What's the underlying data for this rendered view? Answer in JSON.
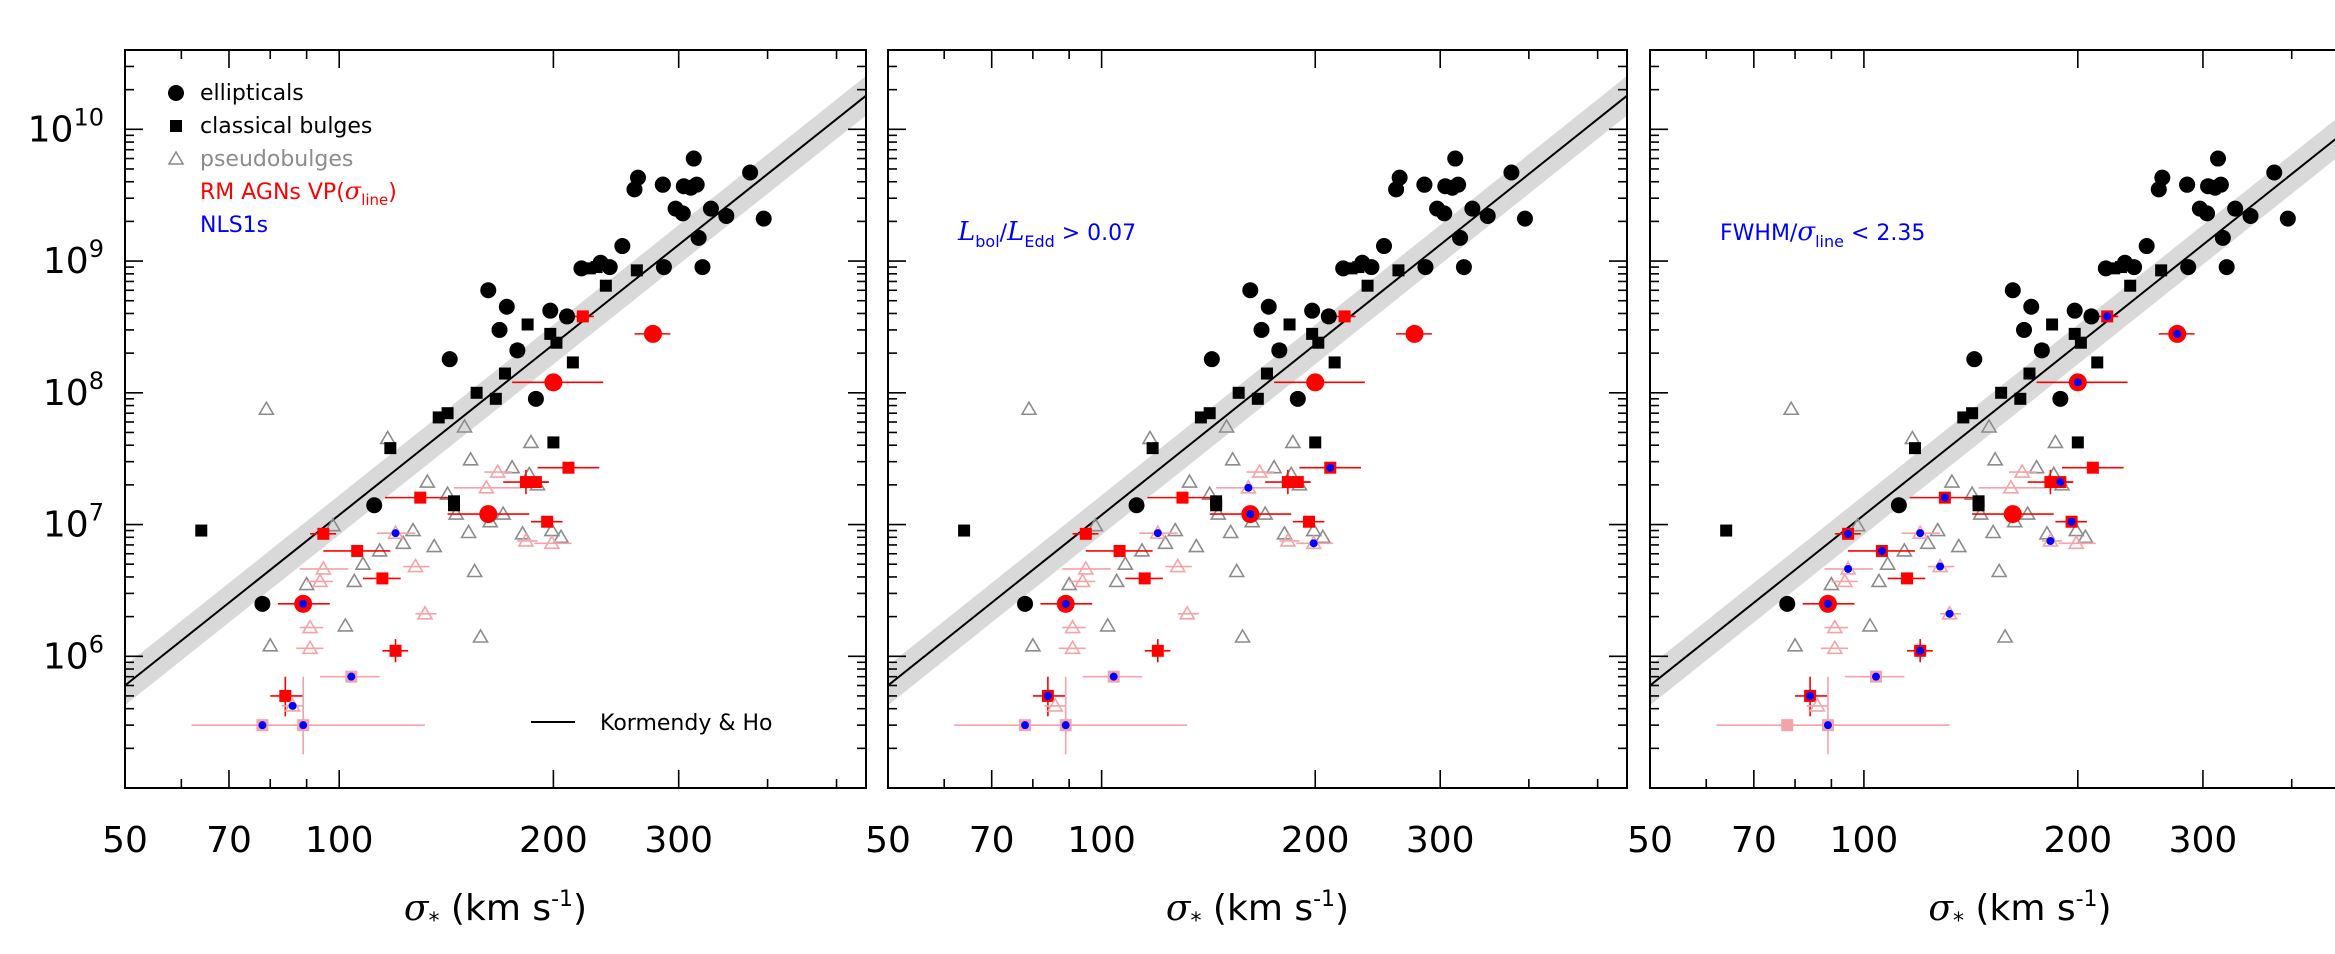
{
  "chart_data": {
    "type": "scatter",
    "scale": "log-log",
    "xlim": [
      50,
      550
    ],
    "ylim": [
      100000,
      40000000000
    ],
    "x_ticks": [
      50,
      70,
      100,
      200,
      300
    ],
    "x_tick_labels": [
      "50",
      "70",
      "100",
      "200",
      "300"
    ],
    "y_ticks": [
      1000000,
      10000000,
      100000000,
      1000000000,
      10000000000
    ],
    "y_tick_labels": [
      {
        "base": "10",
        "exp": "6"
      },
      {
        "base": "10",
        "exp": "7"
      },
      {
        "base": "10",
        "exp": "8"
      },
      {
        "base": "10",
        "exp": "9"
      },
      {
        "base": "10",
        "exp": "10"
      }
    ],
    "xlabel": {
      "symbol": "σ",
      "sub": "*",
      "units": "(km s",
      "units_exp": "-1",
      "units_close": ")"
    },
    "ylabel": "",
    "fit_line": {
      "name": "Kormendy & Ho",
      "color": "#000000",
      "band_color": "#d9d9d9",
      "anchors": [
        [
          50,
          600000
        ],
        [
          550,
          18000000000
        ]
      ],
      "band_scale": 0.15
    },
    "legend": [
      {
        "label": "ellipticals",
        "marker": "circle",
        "color": "#000000"
      },
      {
        "label": "classical bulges",
        "marker": "square",
        "color": "#000000"
      },
      {
        "label": "pseudobulges",
        "marker": "triangle-open",
        "color": "#8c8c8c"
      },
      {
        "label": "RM AGNs VP(",
        "sigma": "σ",
        "sub": "line",
        "close": ")",
        "color": "#ff0000"
      },
      {
        "label": "NLS1s",
        "color": "#0000ff"
      }
    ],
    "legend_placement": "top-left",
    "fit_legend_placement": "bottom-right",
    "colors": {
      "ellipticals": "#000000",
      "classical": "#000000",
      "pseudo": "#8c8c8c",
      "agn": "#ff0000",
      "agn_faint": "#f4a3a8",
      "nls1": "#0000ff"
    },
    "panels": [
      {
        "annotation": null
      },
      {
        "annotation": {
          "parts": [
            {
              "t": "L",
              "italic": true
            },
            {
              "t": "bol",
              "sub": true
            },
            {
              "t": "/"
            },
            {
              "t": "L",
              "italic": true
            },
            {
              "t": "Edd",
              "sub": true
            },
            {
              "t": " > 0.07"
            }
          ]
        },
        "color": "#0000ff"
      },
      {
        "annotation": {
          "parts": [
            {
              "t": "FWHM/"
            },
            {
              "t": "σ",
              "italic": true
            },
            {
              "t": "line",
              "sub": true
            },
            {
              "t": " < 2.35"
            }
          ]
        },
        "color": "#0000ff"
      }
    ],
    "series": [
      {
        "name": "ellipticals",
        "points": [
          [
            78,
            2500000
          ],
          [
            112,
            14000000
          ],
          [
            143,
            180000000
          ],
          [
            162,
            600000000
          ],
          [
            168,
            300000000
          ],
          [
            178,
            210000000
          ],
          [
            172,
            450000000
          ],
          [
            189,
            90000000
          ],
          [
            198,
            420000000
          ],
          [
            209,
            380000000
          ],
          [
            219,
            880000000
          ],
          [
            233,
            970000000
          ],
          [
            240,
            900000000
          ],
          [
            250,
            1300000000
          ],
          [
            260,
            3500000000
          ],
          [
            263,
            4300000000
          ],
          [
            285,
            3800000000
          ],
          [
            286,
            900000000
          ],
          [
            297,
            2500000000
          ],
          [
            304,
            2300000000
          ],
          [
            312,
            3600000000
          ],
          [
            315,
            6000000000
          ],
          [
            318,
            3800000000
          ],
          [
            320,
            1500000000
          ],
          [
            324,
            900000000
          ],
          [
            333,
            2500000000
          ],
          [
            350,
            2200000000
          ],
          [
            378,
            4700000000
          ],
          [
            395,
            2100000000
          ],
          [
            285,
            3800000000
          ],
          [
            305,
            3700000000
          ]
        ]
      },
      {
        "name": "classical bulges",
        "points": [
          [
            64,
            9000000
          ],
          [
            118,
            38000000
          ],
          [
            138,
            65000000
          ],
          [
            142,
            70000000
          ],
          [
            145,
            14000000
          ],
          [
            156,
            100000000
          ],
          [
            166,
            90000000
          ],
          [
            171,
            140000000
          ],
          [
            178,
            210000000
          ],
          [
            184,
            330000000
          ],
          [
            198,
            280000000
          ],
          [
            202,
            240000000
          ],
          [
            209,
            380000000
          ],
          [
            213,
            170000000
          ],
          [
            225,
            880000000
          ],
          [
            230,
            900000000
          ],
          [
            237,
            650000000
          ],
          [
            262,
            850000000
          ],
          [
            200,
            42000000
          ],
          [
            145,
            15000000
          ]
        ]
      },
      {
        "name": "pseudobulges",
        "points": [
          [
            79,
            75000000
          ],
          [
            80,
            1200000
          ],
          [
            90,
            3500000
          ],
          [
            98,
            9800000
          ],
          [
            102,
            1700000
          ],
          [
            105,
            3700000
          ],
          [
            108,
            5000000
          ],
          [
            114,
            6300000
          ],
          [
            117,
            45000000
          ],
          [
            123,
            7200000
          ],
          [
            127,
            9000000
          ],
          [
            133,
            21000000
          ],
          [
            136,
            6800000
          ],
          [
            142,
            17000000
          ],
          [
            146,
            12000000
          ],
          [
            150,
            55000000
          ],
          [
            152,
            8700000
          ],
          [
            155,
            4400000
          ],
          [
            158,
            1400000
          ],
          [
            163,
            10500000
          ],
          [
            175,
            27000000
          ],
          [
            181,
            8500000
          ],
          [
            186,
            42000000
          ],
          [
            190,
            20000000
          ],
          [
            199,
            9000000
          ],
          [
            205,
            8000000
          ],
          [
            153,
            31000000
          ],
          [
            170,
            12000000
          ],
          [
            185,
            24000000
          ]
        ]
      },
      {
        "name": "RM AGNs VP(σline)",
        "points": [
          {
            "x": 84,
            "y": 500000,
            "xl": 80,
            "xh": 89,
            "yl": 350000,
            "yh": 700000,
            "m": "s",
            "tone": "strong",
            "nls1": [
              false,
              true,
              true
            ]
          },
          {
            "x": 89,
            "y": 2500000,
            "xl": 82,
            "xh": 97,
            "m": "c",
            "tone": "strong",
            "nls1": [
              true,
              true,
              true
            ]
          },
          {
            "x": 95,
            "y": 8500000,
            "xl": 91,
            "xh": 99,
            "m": "s",
            "tone": "strong",
            "nls1": [
              false,
              false,
              true
            ]
          },
          {
            "x": 106,
            "y": 6300000,
            "xl": 95,
            "xh": 118,
            "m": "s",
            "tone": "strong",
            "nls1": [
              false,
              false,
              true
            ]
          },
          {
            "x": 115,
            "y": 3900000,
            "xl": 108,
            "xh": 122,
            "m": "s",
            "tone": "strong",
            "nls1": [
              false,
              false,
              false
            ]
          },
          {
            "x": 120,
            "y": 1100000,
            "xl": 115,
            "xh": 125,
            "yl": 900000,
            "yh": 1350000,
            "m": "s",
            "tone": "strong",
            "nls1": [
              false,
              false,
              true
            ]
          },
          {
            "x": 130,
            "y": 16000000,
            "xl": 116,
            "xh": 147,
            "m": "s",
            "tone": "strong",
            "nls1": [
              false,
              false,
              true
            ]
          },
          {
            "x": 162,
            "y": 12000000,
            "xl": 142,
            "xh": 185,
            "m": "c",
            "tone": "strong",
            "nls1": [
              false,
              true,
              false
            ]
          },
          {
            "x": 183,
            "y": 21000000,
            "xl": 170,
            "xh": 197,
            "yl": 17000000,
            "yh": 26000000,
            "m": "s",
            "tone": "strong",
            "nls1": [
              false,
              false,
              false
            ]
          },
          {
            "x": 189,
            "y": 21000000,
            "xl": 180,
            "xh": 197,
            "m": "s",
            "tone": "strong",
            "nls1": [
              false,
              false,
              true
            ]
          },
          {
            "x": 196,
            "y": 10500000,
            "xl": 186,
            "xh": 206,
            "m": "s",
            "tone": "strong",
            "nls1": [
              false,
              false,
              true
            ]
          },
          {
            "x": 200,
            "y": 120000000,
            "xl": 175,
            "xh": 235,
            "m": "c",
            "tone": "strong",
            "nls1": [
              false,
              false,
              true
            ]
          },
          {
            "x": 210,
            "y": 27000000,
            "xl": 190,
            "xh": 232,
            "m": "s",
            "tone": "strong",
            "nls1": [
              false,
              true,
              false
            ]
          },
          {
            "x": 220,
            "y": 380000000,
            "xl": 212,
            "xh": 228,
            "m": "s",
            "tone": "strong",
            "nls1": [
              false,
              false,
              true
            ]
          },
          {
            "x": 276,
            "y": 280000000,
            "xl": 260,
            "xh": 292,
            "m": "c",
            "tone": "strong",
            "nls1": [
              false,
              false,
              true
            ]
          },
          {
            "x": 78,
            "y": 300000,
            "xl": 62,
            "xh": 132,
            "m": "s",
            "tone": "faint",
            "nls1": [
              true,
              true,
              false
            ]
          },
          {
            "x": 89,
            "y": 300000,
            "xl": 86,
            "xh": 92,
            "yl": 180000,
            "yh": 700000,
            "m": "s",
            "tone": "faint",
            "nls1": [
              true,
              true,
              true
            ]
          },
          {
            "x": 86,
            "y": 420000,
            "xl": 83,
            "xh": 89,
            "m": "t",
            "tone": "faint",
            "nls1": [
              true,
              false,
              false
            ]
          },
          {
            "x": 91,
            "y": 1150000,
            "xl": 87,
            "xh": 95,
            "m": "t",
            "tone": "faint",
            "nls1": [
              false,
              false,
              false
            ]
          },
          {
            "x": 91,
            "y": 1650000,
            "xl": 88,
            "xh": 95,
            "m": "t",
            "tone": "faint",
            "nls1": [
              false,
              false,
              false
            ]
          },
          {
            "x": 94,
            "y": 3700000,
            "xl": 90,
            "xh": 98,
            "m": "t",
            "tone": "faint",
            "nls1": [
              false,
              false,
              false
            ]
          },
          {
            "x": 95,
            "y": 4600000,
            "xl": 88,
            "xh": 103,
            "m": "t",
            "tone": "faint",
            "nls1": [
              false,
              false,
              true
            ]
          },
          {
            "x": 104,
            "y": 700000,
            "xl": 94,
            "xh": 114,
            "m": "s",
            "tone": "faint",
            "nls1": [
              true,
              true,
              true
            ]
          },
          {
            "x": 120,
            "y": 8600000,
            "xl": 113,
            "xh": 128,
            "m": "t",
            "tone": "faint",
            "nls1": [
              true,
              true,
              true
            ]
          },
          {
            "x": 128,
            "y": 4800000,
            "xl": 123,
            "xh": 134,
            "m": "t",
            "tone": "faint",
            "nls1": [
              false,
              false,
              true
            ]
          },
          {
            "x": 132,
            "y": 2100000,
            "xl": 128,
            "xh": 137,
            "m": "t",
            "tone": "faint",
            "nls1": [
              false,
              false,
              true
            ]
          },
          {
            "x": 161,
            "y": 19000000,
            "xl": 145,
            "xh": 180,
            "m": "t",
            "tone": "faint",
            "nls1": [
              false,
              true,
              false
            ]
          },
          {
            "x": 183,
            "y": 7500000,
            "xl": 178,
            "xh": 190,
            "m": "t",
            "tone": "faint",
            "nls1": [
              false,
              false,
              true
            ]
          },
          {
            "x": 199,
            "y": 7200000,
            "xl": 188,
            "xh": 212,
            "m": "t",
            "tone": "faint",
            "nls1": [
              false,
              true,
              false
            ]
          },
          {
            "x": 167,
            "y": 25000000,
            "xl": 160,
            "xh": 175,
            "m": "t",
            "tone": "faint",
            "nls1": [
              false,
              false,
              false
            ]
          }
        ]
      }
    ]
  }
}
